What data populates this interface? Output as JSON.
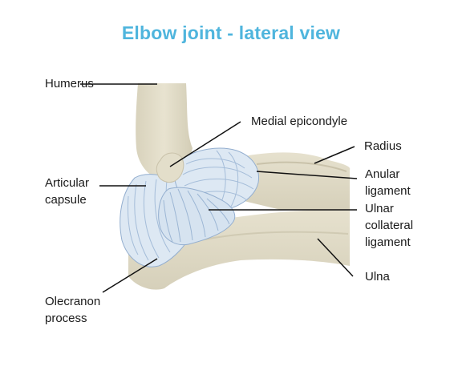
{
  "title": "Elbow joint - lateral view",
  "colors": {
    "title": "#4FB5DD",
    "bone": "#E3DECA",
    "bone_shade": "#CFC9B2",
    "ligament": "#DDE8F3",
    "ligament_stroke": "#93AECF",
    "leader": "#111111"
  },
  "labels": {
    "humerus": "Humerus",
    "medial_epicondyle": "Medial epicondyle",
    "radius": "Radius",
    "articular_capsule": [
      "Articular",
      "capsule"
    ],
    "anular_ligament": [
      "Anular",
      "ligament"
    ],
    "ulnar_collateral_ligament": [
      "Ulnar",
      "collateral",
      "ligament"
    ],
    "ulna": "Ulna",
    "olecranon_process": [
      "Olecranon",
      "process"
    ]
  }
}
